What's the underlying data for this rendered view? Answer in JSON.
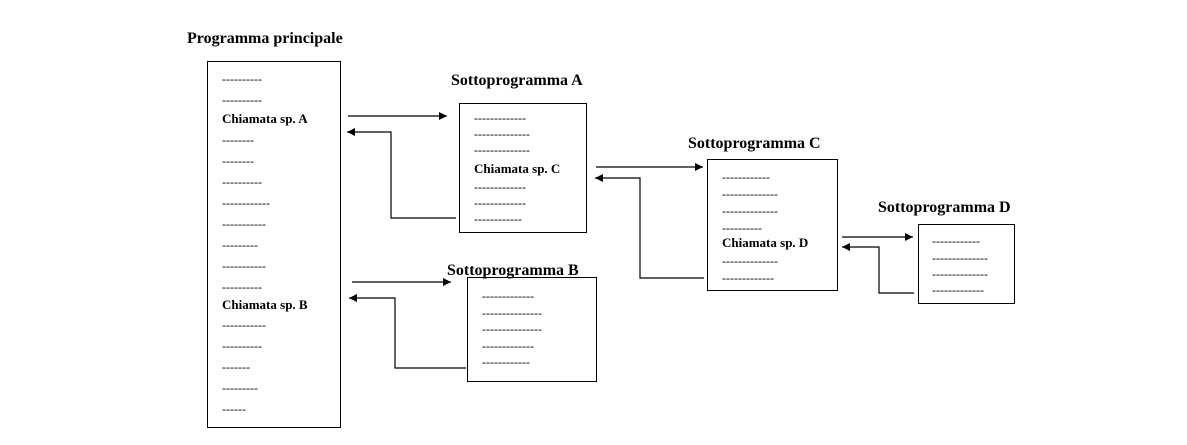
{
  "main": {
    "title": "Programma principale",
    "lines": [
      "----------",
      "----------",
      "Chiamata sp. A",
      "--------",
      "--------",
      "----------",
      "------------",
      "-----------",
      "---------",
      "-----------",
      "----------",
      "Chiamata sp. B",
      "-----------",
      "----------",
      "-------",
      "---------",
      "------"
    ]
  },
  "sub_a": {
    "title": "Sottoprogramma A",
    "lines": [
      "-------------",
      "--------------",
      "--------------",
      "Chiamata sp. C",
      "-------------",
      "-------------",
      "------------"
    ]
  },
  "sub_b": {
    "title": "Sottoprogramma B",
    "lines": [
      "-------------",
      "---------------",
      "---------------",
      "-------------",
      "------------"
    ]
  },
  "sub_c": {
    "title": "Sottoprogramma C",
    "lines": [
      "------------",
      "--------------",
      "--------------",
      "----------",
      "Chiamata sp. D",
      "--------------",
      "-------------"
    ]
  },
  "sub_d": {
    "title": "Sottoprogramma D",
    "lines": [
      "------------",
      "--------------",
      "--------------",
      "-------------"
    ]
  }
}
